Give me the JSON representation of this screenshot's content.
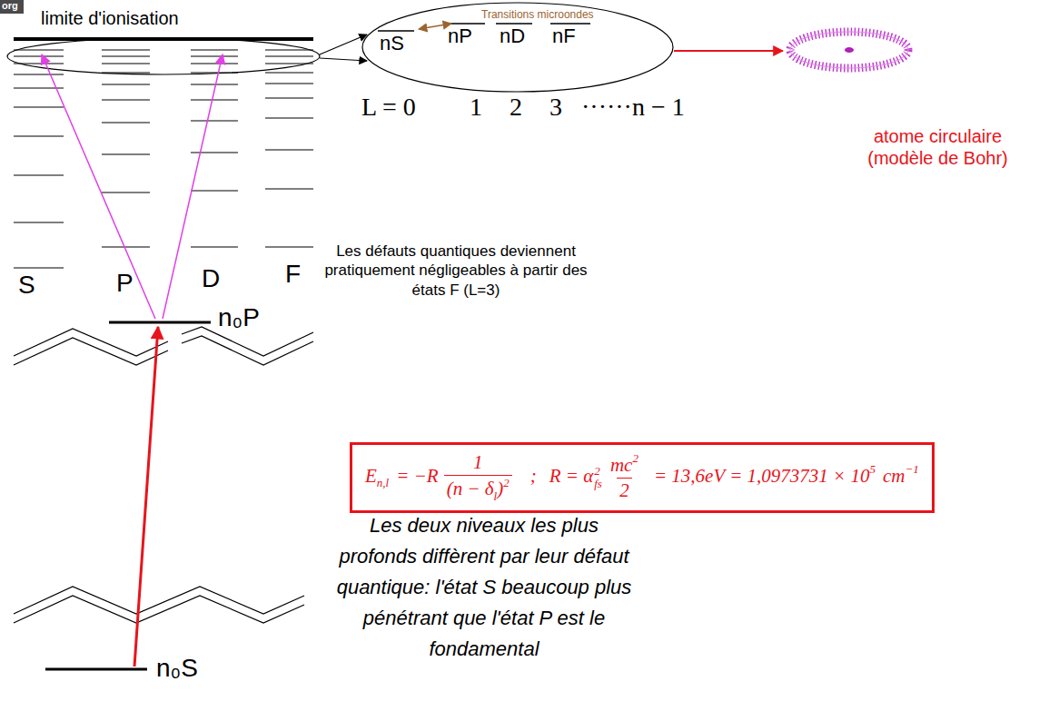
{
  "diagram": {
    "nodes": [
      {
        "text": [
          "Transitions microondes",
          "nS",
          "nP",
          "nD",
          "nF"
        ]
      },
      {
        "text": [
          "atome circulaire (modèle de Bohr)"
        ]
      },
      {
        "text": [
          "E",
          "n,l",
          "= −R",
          "1",
          "(n − δ",
          "l",
          ")",
          "2",
          ";",
          "R = α",
          "fs",
          "2",
          "mc",
          "2",
          "2",
          "= 13,6eV = 1,0973731 × 10",
          "5",
          "cm",
          "−1"
        ]
      }
    ],
    "edges": [
      {
        "from": 0,
        "to": 1,
        "arrow": "to"
      }
    ],
    "labels": [
      "org",
      "limite d'ionisation",
      "L = 0",
      "1",
      "2",
      "3",
      "······n − 1",
      "S",
      "P",
      "D",
      "F",
      "Les défauts quantiques deviennent pratiquement négligeables à partir des états F (L=3)",
      "n₀P",
      "Les deux niveaux les plus profonds diffèrent par leur défaut quantique: l'état S beaucoup plus pénétrant que l'état P est le fondamental",
      "n₀S"
    ]
  }
}
